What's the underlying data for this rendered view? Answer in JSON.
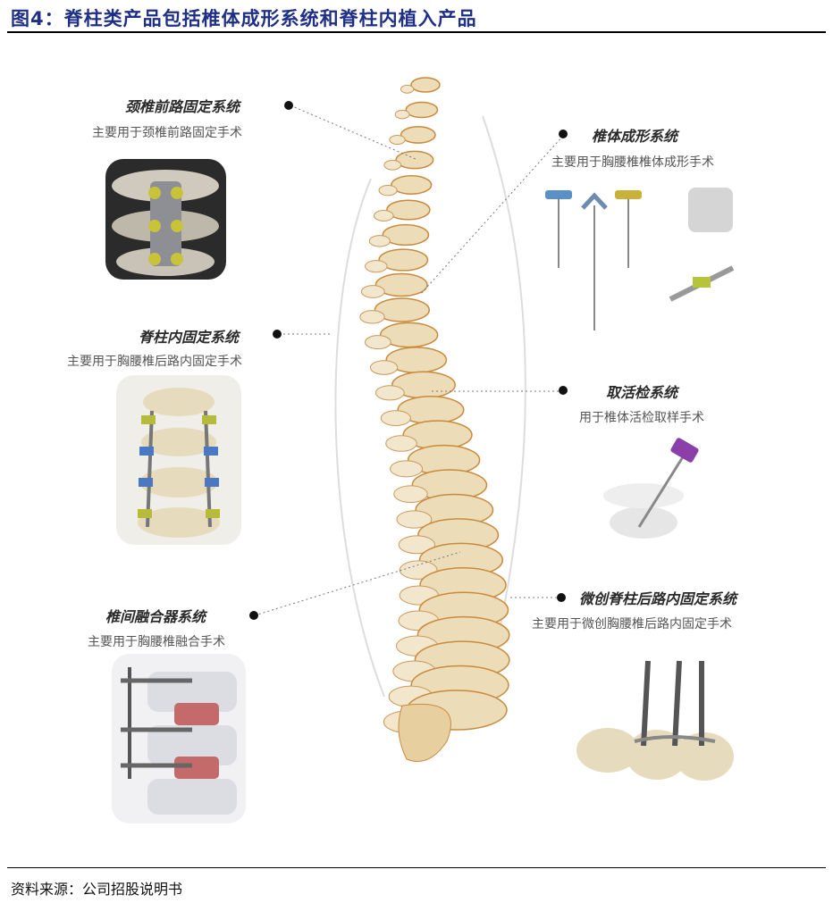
{
  "header": {
    "title": "图4：脊柱类产品包括椎体成形系统和脊柱内植入产品"
  },
  "labels": [
    {
      "title": "颈椎前路固定系统",
      "subtitle": "主要用于颈椎前路固定手术"
    },
    {
      "title": "脊柱内固定系统",
      "subtitle": "主要用于胸腰椎后路内固定手术"
    },
    {
      "title": "椎间融合器系统",
      "subtitle": "主要用于胸腰椎融合手术"
    },
    {
      "title": "椎体成形系统",
      "subtitle": "主要用于胸腰椎椎体成形手术"
    },
    {
      "title": "取活检系统",
      "subtitle": "用于椎体活检取样手术"
    },
    {
      "title": "微创脊柱后路内固定系统",
      "subtitle": "主要用于微创胸腰椎后路内固定手术"
    }
  ],
  "footer": {
    "source": "资料来源：公司招股说明书"
  }
}
